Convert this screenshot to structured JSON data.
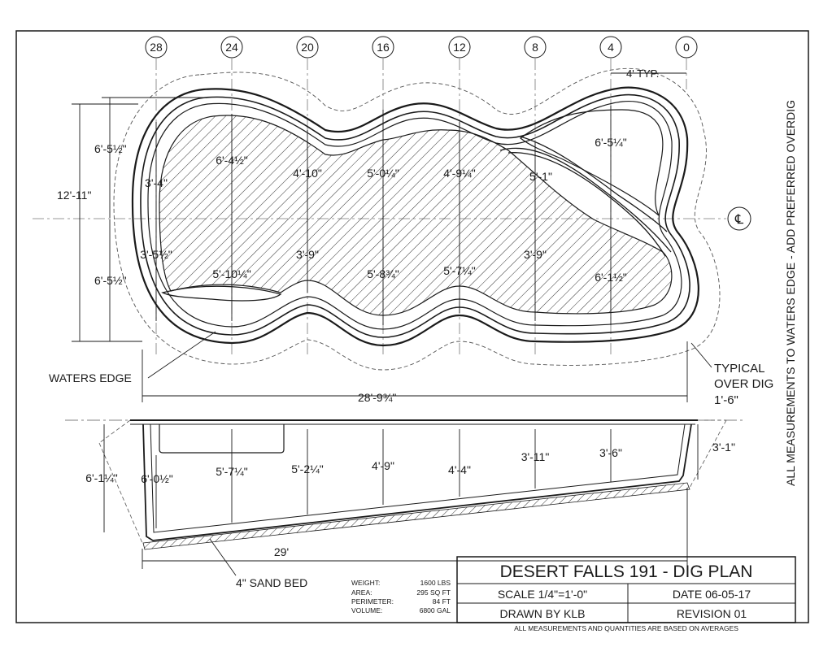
{
  "title_block": {
    "title": "DESERT FALLS 191 - DIG PLAN",
    "scale": "SCALE 1/4\"=1'-0\"",
    "date": "DATE 06-05-17",
    "drawn_by": "DRAWN BY KLB",
    "revision": "REVISION 01",
    "stats": [
      {
        "label": "WEIGHT:",
        "value": "1600 LBS"
      },
      {
        "label": "AREA:",
        "value": "295 SQ FT"
      },
      {
        "label": "PERIMETER:",
        "value": "84 FT"
      },
      {
        "label": "VOLUME:",
        "value": "6800 GAL"
      }
    ],
    "footer_note": "ALL MEASUREMENTS AND QUANTITIES ARE BASED ON AVERAGES"
  },
  "side_note": "ALL MEASUREMENTS TO WATERS EDGE - ADD PREFERRED OVERDIG",
  "grid_labels": [
    "28",
    "24",
    "20",
    "16",
    "12",
    "8",
    "4",
    "0"
  ],
  "centerline_symbol": "℄",
  "plan": {
    "typ_spacing": "4' TYP.",
    "overall_width": "12'-11\"",
    "upper_half": "6'-5½\"",
    "lower_half": "6'-5½\"",
    "overall_length": "28'-9¾\"",
    "waters_edge": "WATERS EDGE",
    "overdig_line1": "TYPICAL",
    "overdig_line2": "OVER DIG",
    "overdig_line3": "1'-6\"",
    "widths_upper": [
      "3'-4\"",
      "6'-4½\"",
      "4'-10\"",
      "5'-0¼\"",
      "4'-9¼\"",
      "5'-1\"",
      "6'-5¼\""
    ],
    "widths_lower": [
      "3'-5½\"",
      "5'-10¼\"",
      "3'-9\"",
      "5'-8¾\"",
      "5'-7¼\"",
      "3'-9\"",
      "6'-1½\""
    ]
  },
  "section": {
    "overall_depth": "6'-1¼\"",
    "shallow_step": "3'-1\"",
    "length": "29'",
    "sand_bed": "4\" SAND BED",
    "depths": [
      "6'-0½\"",
      "5'-7¼\"",
      "5'-2¼\"",
      "4'-9\"",
      "4'-4\"",
      "3'-11\"",
      "3'-6\""
    ]
  }
}
